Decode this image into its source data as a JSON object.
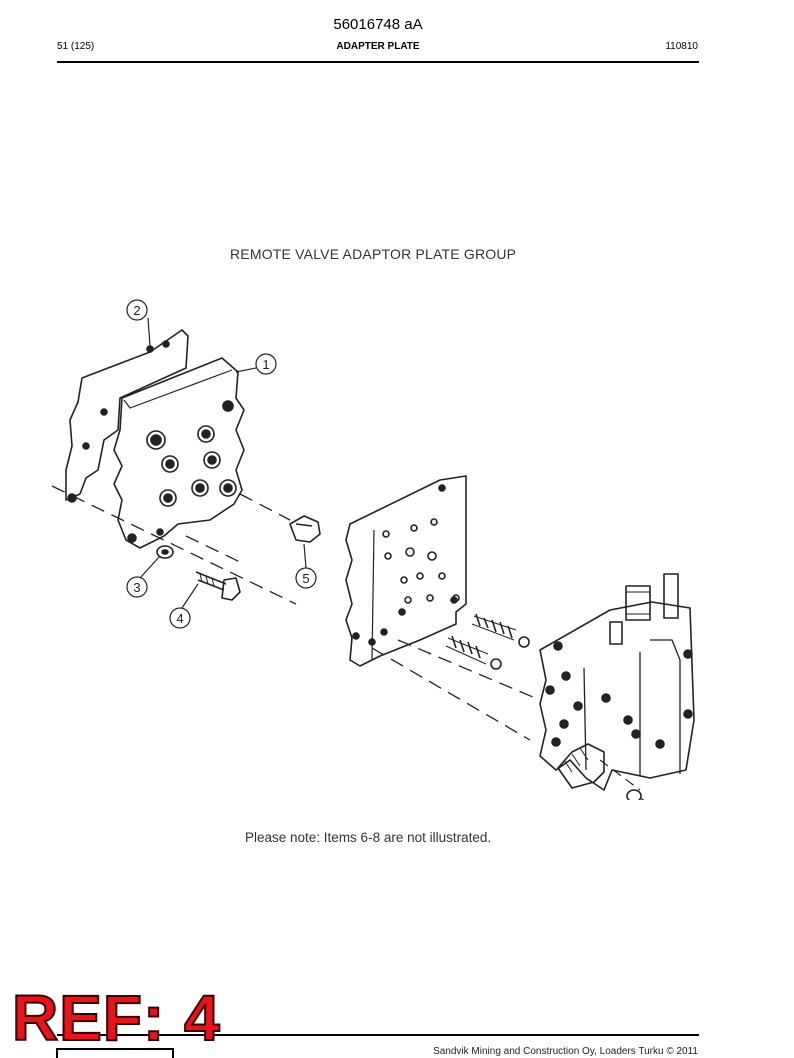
{
  "header": {
    "doc_number": "56016748 aA",
    "page": "51 (125)",
    "section": "ADAPTER PLATE",
    "date_code": "110810"
  },
  "figure": {
    "title": "REMOTE VALVE ADAPTOR PLATE GROUP",
    "note": "Please note: Items 6-8 are not illustrated.",
    "callouts": [
      "1",
      "2",
      "3",
      "4",
      "5"
    ]
  },
  "stamp": {
    "text": "REF: 4",
    "color": "#e8141a"
  },
  "footer": {
    "copyright": "Sandvik Mining and Construction Oy, Loaders Turku © 2011"
  }
}
